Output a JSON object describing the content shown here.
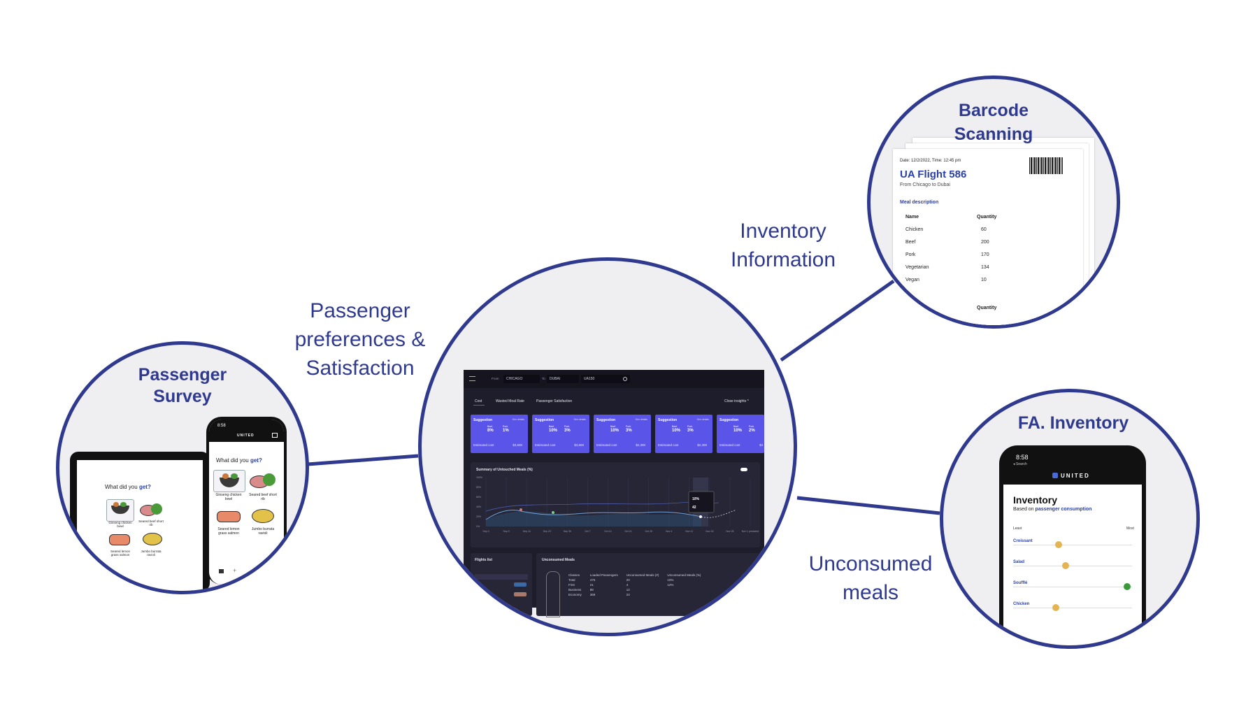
{
  "colors": {
    "accent": "#2f3a8f",
    "circle_fill": "#efeff1",
    "dash_bg": "#1e1d2b",
    "card": "#5b54e8",
    "link_blue": "#2a3fa8",
    "dot_yellow": "#e3b451",
    "dot_green": "#3a9a3a"
  },
  "labels": {
    "passenger_prefs": [
      "Passenger",
      "preferences &",
      "Satisfaction"
    ],
    "inventory_info": [
      "Inventory",
      "Information"
    ],
    "unconsumed": [
      "Unconsumed",
      "meals"
    ]
  },
  "survey": {
    "title": [
      "Passenger",
      "Survey"
    ],
    "tablet_prompt": "What did you",
    "tablet_prompt_accent": "get?",
    "phone_prompt": "What did you",
    "phone_prompt_accent": "get?",
    "phone_time": "8:58",
    "brand": "UNITED",
    "foods": [
      "Ginseng chicken bowl",
      "Seared beef short rib",
      "Seared lemon grass salmon",
      "Jumbo burrata ravioli"
    ],
    "food_icons": [
      "chicken-bowl-icon",
      "short-rib-icon",
      "salmon-icon",
      "ravioli-icon"
    ]
  },
  "dashboard": {
    "from_label": "From",
    "from_value": "CHICAGO",
    "to_label": "To",
    "to_value": "DUBAI",
    "flight_value": "UA150",
    "tabs": [
      "Cost",
      "Wasted Meal Rate",
      "Passenger Satisfaction"
    ],
    "close_insights": "Close insights",
    "cards": [
      {
        "title": "Suggestion",
        "right": "See details",
        "v1": "8%",
        "v2": "1%",
        "est": "Estimated cost",
        "cost": "$3,600"
      },
      {
        "title": "Suggestion",
        "right": "See details",
        "v1": "10%",
        "v2": "3%",
        "est": "Estimated cost",
        "cost": "$3,600"
      },
      {
        "title": "Suggestion",
        "right": "See details",
        "v1": "10%",
        "v2": "3%",
        "est": "Estimated cost",
        "cost": "$2,300"
      },
      {
        "title": "Suggestion",
        "right": "See details",
        "v1": "10%",
        "v2": "3%",
        "est": "Estimated cost",
        "cost": "$2,300"
      },
      {
        "title": "Suggestion",
        "right": "See details",
        "v1": "10%",
        "v2": "2%",
        "est": "Estimated cost",
        "cost": "$3"
      }
    ],
    "card_sub": [
      "Beef",
      "Pork"
    ],
    "chart_title": "Summary of Untouched Meals (%)",
    "tooltip": {
      "pct": "10%",
      "count": "42"
    },
    "x_ticks": [
      "Sep 3",
      "Sep 9",
      "Sep 16",
      "Sep 23",
      "Sep 30",
      "Oct 7",
      "Oct 14",
      "Oct 21",
      "Oct 28",
      "Nov 4",
      "Nov 11",
      "Nov 18",
      "Nov 25",
      "Nov 1 predicted"
    ],
    "y_ticks": [
      "100%",
      "80%",
      "60%",
      "40%",
      "20%",
      "0%"
    ],
    "flights_list": "Flights list",
    "unconsumed_title": "Unconsumed Meals",
    "table_headers": [
      "Classes",
      "Loaded Passengers",
      "Unconsumed Meals (#)",
      "Unconsumed Meals (%)"
    ],
    "table_rows": [
      [
        "Total",
        "476",
        "20",
        "10%"
      ],
      [
        "First",
        "21",
        "4",
        "12%"
      ],
      [
        "Business",
        "88",
        "12",
        ""
      ],
      [
        "Economy",
        "369",
        "24",
        ""
      ]
    ]
  },
  "barcode": {
    "title": [
      "Barcode",
      "Scanning"
    ],
    "date": "Date: 12/2/2022, Time: 12:45 pm",
    "flight": "UA Flight 586",
    "route": "From Chicago to Dubai",
    "meal_desc": "Meal description",
    "col_name": "Name",
    "col_qty": "Quantity",
    "rows": [
      [
        "Chicken",
        "60"
      ],
      [
        "Beef",
        "200"
      ],
      [
        "Pork",
        "170"
      ],
      [
        "Vegetarian",
        "134"
      ],
      [
        "Vegan",
        "10"
      ]
    ],
    "footer_qty": "Quantity"
  },
  "fa": {
    "title": "FA. Inventory",
    "time": "8:58",
    "back": "Search",
    "brand": "UNITED",
    "heading": "Inventory",
    "sub_prefix": "Based on",
    "sub_link": "passenger consumption",
    "least": "Least",
    "most": "Most",
    "items": [
      {
        "name": "Croissant",
        "level": 0.38,
        "color": "#e3b451"
      },
      {
        "name": "Salad",
        "level": 0.44,
        "color": "#e3b451"
      },
      {
        "name": "Soufflé",
        "level": 0.96,
        "color": "#3a9a3a"
      },
      {
        "name": "Chicken",
        "level": 0.36,
        "color": "#e3b451"
      }
    ]
  }
}
